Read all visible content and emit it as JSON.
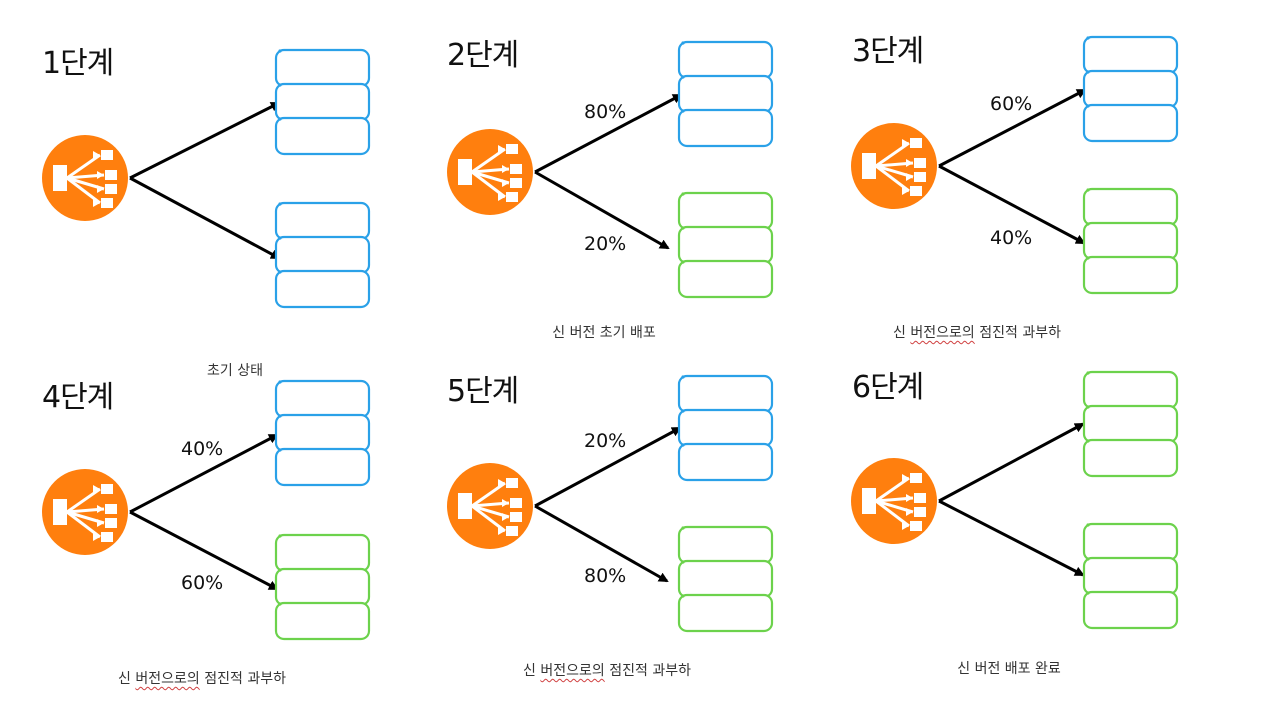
{
  "colors": {
    "balancer": "#ff7f0e",
    "old_version": "#2aa1e8",
    "new_version": "#6cd24c",
    "arrow": "#000000"
  },
  "icons": {
    "balancer": "load-balancer-icon",
    "server": "server-stack-icon"
  },
  "stages": [
    {
      "title": "1단계",
      "top_pct": "",
      "bottom_pct": "",
      "top_stack": "old",
      "bottom_stack": "old",
      "caption_pre": "초기 상태",
      "caption_mark": "",
      "caption_post": ""
    },
    {
      "title": "2단계",
      "top_pct": "80%",
      "bottom_pct": "20%",
      "top_stack": "old",
      "bottom_stack": "new",
      "caption_pre": "신 버전 초기 배포",
      "caption_mark": "",
      "caption_post": ""
    },
    {
      "title": "3단계",
      "top_pct": "60%",
      "bottom_pct": "40%",
      "top_stack": "old",
      "bottom_stack": "new",
      "caption_pre": "신 ",
      "caption_mark": "버전으로의",
      "caption_post": " 점진적 과부하"
    },
    {
      "title": "4단계",
      "top_pct": "40%",
      "bottom_pct": "60%",
      "top_stack": "old",
      "bottom_stack": "new",
      "caption_pre": "신 ",
      "caption_mark": "버전으로의",
      "caption_post": " 점진적 과부하"
    },
    {
      "title": "5단계",
      "top_pct": "20%",
      "bottom_pct": "80%",
      "top_stack": "old",
      "bottom_stack": "new",
      "caption_pre": "신 ",
      "caption_mark": "버전으로의",
      "caption_post": " 점진적 과부하"
    },
    {
      "title": "6단계",
      "top_pct": "",
      "bottom_pct": "",
      "top_stack": "new",
      "bottom_stack": "new",
      "caption_pre": "신 버전 배포 완료",
      "caption_mark": "",
      "caption_post": ""
    }
  ]
}
